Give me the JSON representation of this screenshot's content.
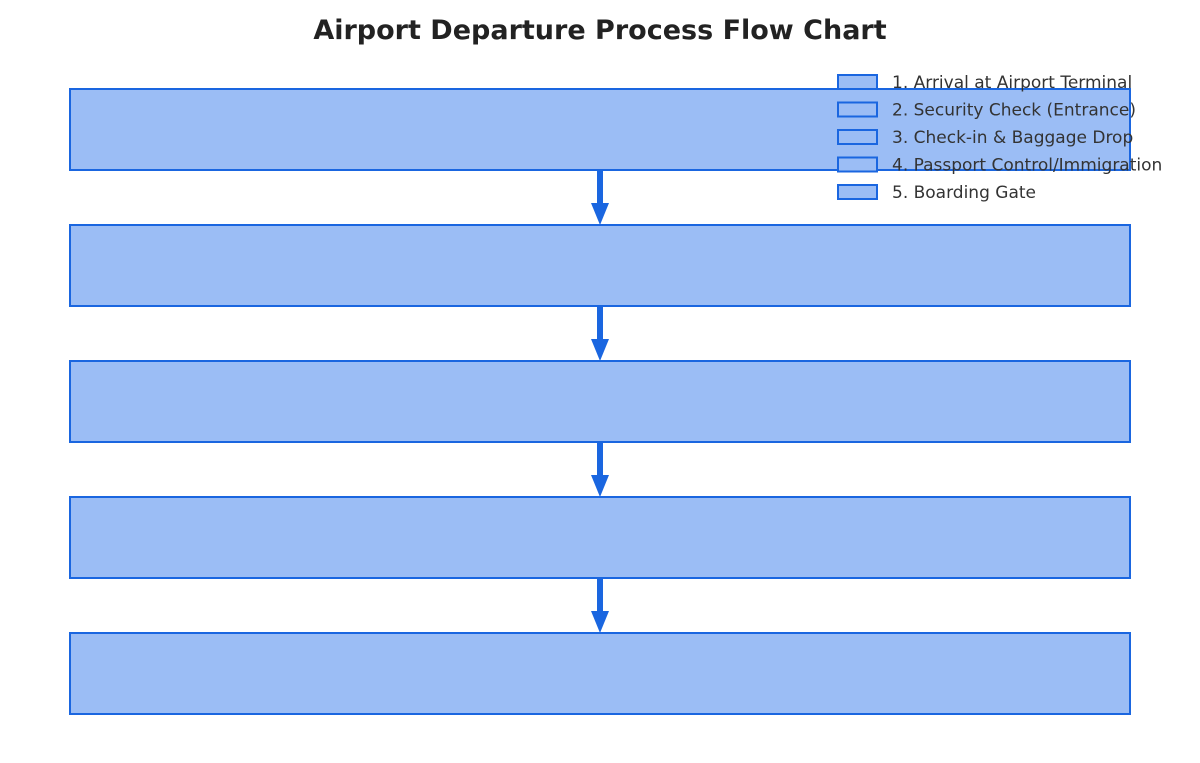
{
  "title": "Airport Departure Process Flow Chart",
  "colors": {
    "box_fill": "#9bbdf5",
    "box_stroke": "#1a66e0",
    "arrow": "#1a66e0",
    "title": "#222222",
    "legend_text": "#333333",
    "background": "#ffffff"
  },
  "steps": [
    {
      "label": "1. Arrival at Airport Terminal"
    },
    {
      "label": "2. Security Check (Entrance)"
    },
    {
      "label": "3. Check-in & Baggage Drop"
    },
    {
      "label": "4. Passport Control/Immigration"
    },
    {
      "label": "5. Boarding Gate"
    }
  ],
  "legend": {
    "placement": "top-right"
  }
}
